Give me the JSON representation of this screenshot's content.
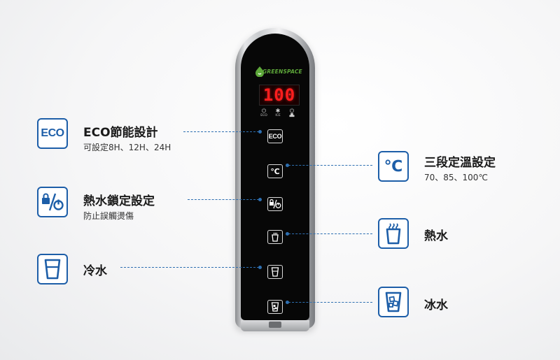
{
  "device": {
    "brand": "GREENSPACE",
    "display_value": "100",
    "status_indicators": [
      {
        "icon": "power-icon",
        "label": "ECO"
      },
      {
        "icon": "snowflake-icon",
        "label": "ICE"
      },
      {
        "icon": "thermo-icon",
        "label": ""
      }
    ],
    "buttons": [
      {
        "id": "eco",
        "label": "ECO"
      },
      {
        "id": "temp",
        "label": "℃"
      },
      {
        "id": "lock",
        "icon": "lock-power-icon"
      },
      {
        "id": "hot",
        "icon": "hot-cup-icon"
      },
      {
        "id": "cold",
        "icon": "cold-cup-icon"
      },
      {
        "id": "ice",
        "icon": "ice-cup-icon"
      }
    ]
  },
  "features": {
    "eco": {
      "icon_text": "ECO",
      "title": "ECO節能設計",
      "subtitle": "可設定8H、12H、24H"
    },
    "lock": {
      "title": "熱水鎖定設定",
      "subtitle": "防止誤觸燙傷"
    },
    "cold": {
      "title": "冷水"
    },
    "temp": {
      "icon_text": "℃",
      "title": "三段定溫設定",
      "subtitle": "70、85、100℃"
    },
    "hot": {
      "title": "熱水"
    },
    "ice": {
      "title": "冰水"
    }
  },
  "colors": {
    "accent": "#1d5ea8",
    "led": "#ff1e1e",
    "logo": "#5ea83a"
  }
}
